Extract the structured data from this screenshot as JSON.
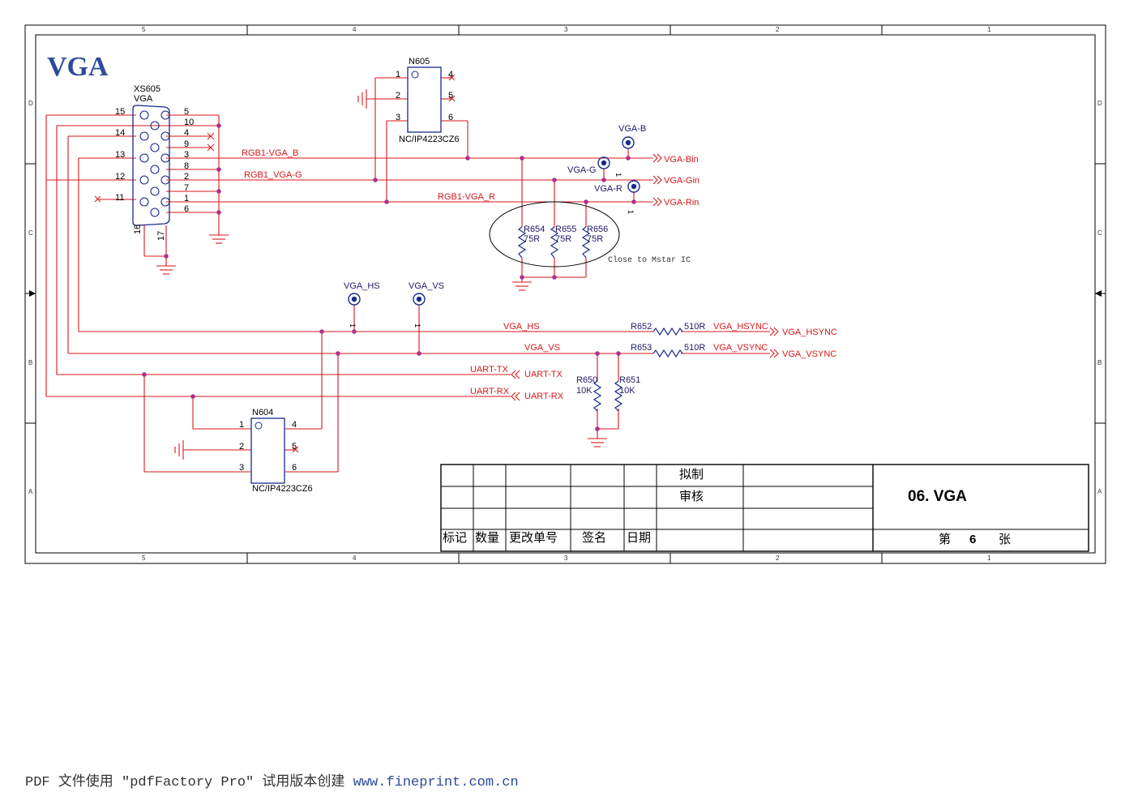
{
  "sheet": {
    "title": "VGA",
    "col_labels": [
      "5",
      "4",
      "3",
      "2",
      "1"
    ],
    "row_labels": [
      "D",
      "C",
      "B",
      "A"
    ]
  },
  "connector": {
    "ref": "XS605",
    "value": "VGA",
    "left_pins": [
      "15",
      "14",
      "13",
      "12",
      "11"
    ],
    "right_pins": [
      "5",
      "10",
      "4",
      "9",
      "3",
      "8",
      "2",
      "7",
      "1",
      "6"
    ],
    "shield_pins": [
      "16",
      "17"
    ]
  },
  "n605": {
    "ref": "N605",
    "part": "NC/IP4223CZ6",
    "pins": [
      "1",
      "2",
      "3",
      "4",
      "5",
      "6"
    ]
  },
  "n604": {
    "ref": "N604",
    "part": "NC/IP4223CZ6",
    "pins": [
      "1",
      "2",
      "3",
      "4",
      "5",
      "6"
    ]
  },
  "nets": {
    "rgb_b": "RGB1-VGA_B",
    "rgb_g": "RGB1_VGA-G",
    "rgb_r": "RGB1-VGA_R",
    "vga_hs": "VGA_HS",
    "vga_vs": "VGA_VS",
    "uart_tx": "UART-TX",
    "uart_rx": "UART-RX",
    "vga_hsync": "VGA_HSYNC",
    "vga_vsync": "VGA_VSYNC"
  },
  "ports": {
    "vga_bin": "VGA-Bin",
    "vga_gin": "VGA-Gin",
    "vga_rin": "VGA-Rin",
    "vga_hsync": "VGA_HSYNC",
    "vga_vsync": "VGA_VSYNC",
    "uart_tx": "UART-TX",
    "uart_rx": "UART-RX"
  },
  "testpoints": {
    "vga_b": "VGA-B",
    "vga_g": "VGA-G",
    "vga_r": "VGA-R",
    "vga_hs": "VGA_HS",
    "vga_vs": "VGA_VS",
    "pin": "1"
  },
  "resistors": {
    "r654": {
      "ref": "R654",
      "value": "75R"
    },
    "r655": {
      "ref": "R655",
      "value": "75R"
    },
    "r656": {
      "ref": "R656",
      "value": "75R"
    },
    "r652": {
      "ref": "R652",
      "value": "510R"
    },
    "r653": {
      "ref": "R653",
      "value": "510R"
    },
    "r650": {
      "ref": "R650",
      "value": "10K"
    },
    "r651": {
      "ref": "R651",
      "value": "10K"
    }
  },
  "note": "Close to Mstar IC",
  "title_block": {
    "drafted": "拟制",
    "reviewed": "审核",
    "mark": "标记",
    "qty": "数量",
    "change_no": "更改单号",
    "signature": "签名",
    "date": "日期",
    "drawing_name": "06. VGA",
    "sheet_prefix": "第",
    "sheet_number": "6",
    "sheet_suffix": "张"
  },
  "footer": {
    "text": "PDF 文件使用 \"pdfFactory Pro\" 试用版本创建 ",
    "url": "www.fineprint.com.cn"
  },
  "colors": {
    "wire": "#d8161b",
    "component": "#1a2a8a",
    "junction": "#b0308a",
    "border": "#000000"
  }
}
